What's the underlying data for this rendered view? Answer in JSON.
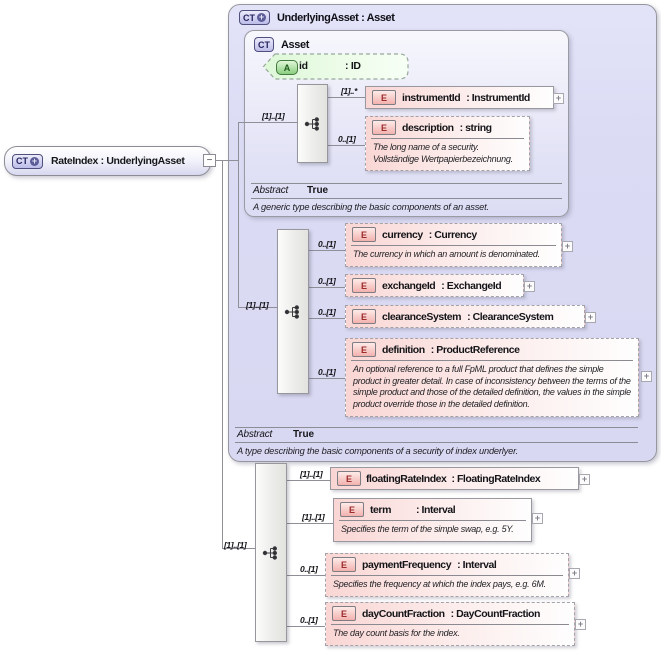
{
  "icons": {
    "collapse": "−",
    "expand": "+",
    "plus": "+"
  },
  "badges": {
    "complex_type": "CT",
    "element": "E",
    "attribute": "A"
  },
  "root": {
    "label": "RateIndex : UnderlyingAsset"
  },
  "outer": {
    "title": "UnderlyingAsset : Asset",
    "abstract_label": "Abstract",
    "abstract_value": "True",
    "doc": "A type describing the basic components of a security of index underlyer."
  },
  "asset": {
    "title": "Asset",
    "abstract_label": "Abstract",
    "abstract_value": "True",
    "doc": "A generic type describing the basic components of an asset.",
    "attribute": {
      "name": "id",
      "type": ": ID"
    }
  },
  "groups": {
    "asset_seq": "[1]..[1]",
    "underlying_seq": "[1]..[1]",
    "rateindex_seq": "[1]..[1]"
  },
  "elements": {
    "instrumentId": {
      "cardinality": "[1]..*",
      "name": "instrumentId",
      "type": ": InstrumentId"
    },
    "description": {
      "cardinality": "0..[1]",
      "name": "description",
      "type": ": string",
      "doc": "The long name of a security.\nVollständige Wertpapierbezeichnung."
    },
    "currency": {
      "cardinality": "0..[1]",
      "name": "currency",
      "type": ": Currency",
      "doc": "The currency in which an amount is denominated."
    },
    "exchangeId": {
      "cardinality": "0..[1]",
      "name": "exchangeId",
      "type": ": ExchangeId"
    },
    "clearanceSystem": {
      "cardinality": "0..[1]",
      "name": "clearanceSystem",
      "type": ": ClearanceSystem"
    },
    "definition": {
      "cardinality": "0..[1]",
      "name": "definition",
      "type": ": ProductReference",
      "doc": "An optional reference to a full FpML product that defines the simple product in greater detail. In case of inconsistency between the terms of the simple product and those of the detailed definition, the values in the simple product override those in the detailed definition."
    },
    "floatingRateIndex": {
      "cardinality": "[1]..[1]",
      "name": "floatingRateIndex",
      "type": ": FloatingRateIndex"
    },
    "term": {
      "cardinality": "[1]..[1]",
      "name": "term",
      "type": ": Interval",
      "doc": "Specifies the term of the simple swap, e.g. 5Y."
    },
    "paymentFrequency": {
      "cardinality": "0..[1]",
      "name": "paymentFrequency",
      "type": ": Interval",
      "doc": "Specifies the frequency at which the index pays, e.g. 6M."
    },
    "dayCountFraction": {
      "cardinality": "0..[1]",
      "name": "dayCountFraction",
      "type": ": DayCountFraction",
      "doc": "The day count basis for the index."
    }
  },
  "colors": {
    "outer_fill": "#dcdcf5",
    "element_fill": "#f9d7d5",
    "attribute_fill": "#e4fae0",
    "badge_ct_fill": "#c9c9ee",
    "border": "#98989e"
  }
}
